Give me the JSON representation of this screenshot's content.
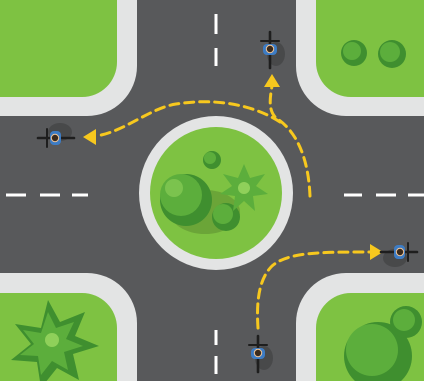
{
  "scene": {
    "colors": {
      "road": "#58595b",
      "sidewalk": "#e3e4e4",
      "grass": "#7ec242",
      "lane_marking": "#ffffff",
      "route_arrow": "#f7c81e",
      "tree_dark": "#3f8f2f",
      "tree_mid": "#5cae3c",
      "tree_light": "#8fd05a",
      "cyclist_jacket": "#3d7cc4",
      "bike_frame": "#1e1e1e"
    },
    "cyclists": [
      {
        "id": "north",
        "heading": "north"
      },
      {
        "id": "west",
        "heading": "west"
      },
      {
        "id": "east",
        "heading": "east"
      },
      {
        "id": "south",
        "heading": "north"
      }
    ],
    "routes": [
      {
        "id": "south-to-east",
        "from": "south",
        "to": "east"
      },
      {
        "id": "roundabout-to-north",
        "from": "roundabout",
        "to": "north"
      },
      {
        "id": "roundabout-to-west",
        "from": "roundabout",
        "to": "west"
      }
    ]
  }
}
